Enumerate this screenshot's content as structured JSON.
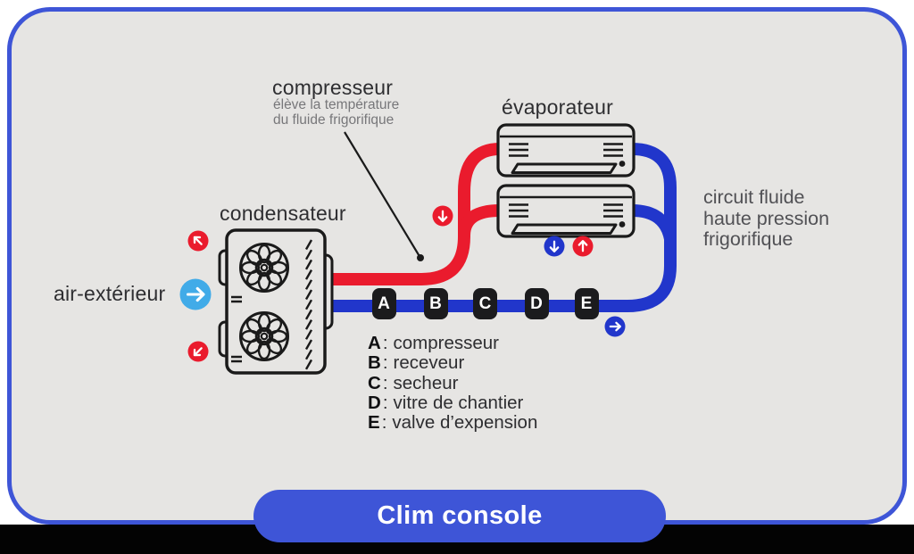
{
  "title_button": {
    "label": "Clim console"
  },
  "labels": {
    "compressor": {
      "title": "compresseur",
      "subtitle1": "élève la température",
      "subtitle2": "du fluide frigorifique"
    },
    "evaporator": "évaporateur",
    "condenser": "condensateur",
    "outside_air": "air-extérieur",
    "circuit1": "circuit fluide",
    "circuit2": "haute pression",
    "circuit3": "frigorifique"
  },
  "markers": [
    "A",
    "B",
    "C",
    "D",
    "E"
  ],
  "legend_separator": ":",
  "legend": [
    {
      "key": "A",
      "label": "compresseur"
    },
    {
      "key": "B",
      "label": "receveur"
    },
    {
      "key": "C",
      "label": "secheur"
    },
    {
      "key": "D",
      "label": "vitre de chantier"
    },
    {
      "key": "E",
      "label": "valve d’expension"
    }
  ],
  "colors": {
    "red": "#ea1b2d",
    "pipe_blue": "#2136cb",
    "light_blue": "#41abe8",
    "panel_blue": "#3e55d7",
    "card_bg": "#e6e5e3",
    "ink": "#1a1a1a",
    "badge_bg": "#1b1b1d"
  },
  "icons": [
    "arrow-up-left",
    "arrow-right",
    "arrow-down-left",
    "arrow-down",
    "arrow-down",
    "arrow-up",
    "arrow-right"
  ]
}
